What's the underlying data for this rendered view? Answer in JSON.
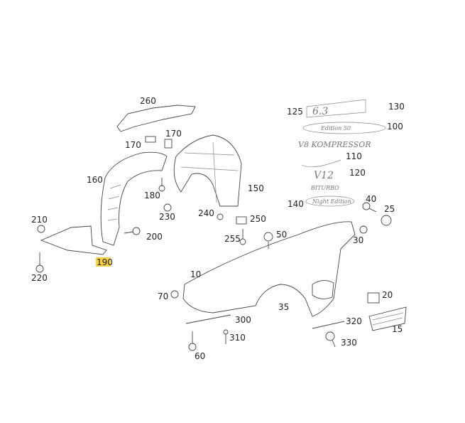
{
  "diagram": {
    "part_numbers": [
      "260",
      "125",
      "130",
      "100",
      "170",
      "170",
      "110",
      "120",
      "160",
      "150",
      "180",
      "40",
      "140",
      "25",
      "230",
      "240",
      "250",
      "210",
      "200",
      "50",
      "255",
      "30",
      "190",
      "220",
      "10",
      "70",
      "20",
      "35",
      "300",
      "320",
      "15",
      "310",
      "330",
      "60"
    ],
    "highlighted_part": "190",
    "highlight_color": "#f5c518",
    "emblems": {
      "e63": "6.3",
      "edition": "Edition 50",
      "v8": "V8 KOMPRESSOR",
      "v12": "V12",
      "biturbo": "BITURBO",
      "night": "Night Edition"
    }
  }
}
